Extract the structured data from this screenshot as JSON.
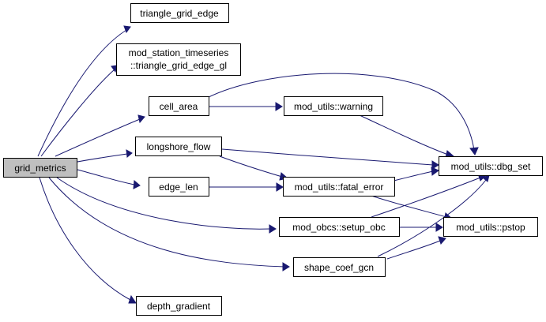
{
  "diagram": {
    "nodes": {
      "grid_metrics": "grid_metrics",
      "triangle_grid_edge": "triangle_grid_edge",
      "station_line1": "mod_station_timeseries",
      "station_line2": "::triangle_grid_edge_gl",
      "cell_area": "cell_area",
      "longshore_flow": "longshore_flow",
      "edge_len": "edge_len",
      "warning": "mod_utils::warning",
      "fatal_error": "mod_utils::fatal_error",
      "setup_obc": "mod_obcs::setup_obc",
      "shape_coef_gcn": "shape_coef_gcn",
      "depth_gradient": "depth_gradient",
      "dbg_set": "mod_utils::dbg_set",
      "pstop": "mod_utils::pstop"
    },
    "colors": {
      "edge": "#191970",
      "root_fill": "#bfbfbf",
      "node_fill": "#ffffff",
      "border": "#000000"
    }
  }
}
